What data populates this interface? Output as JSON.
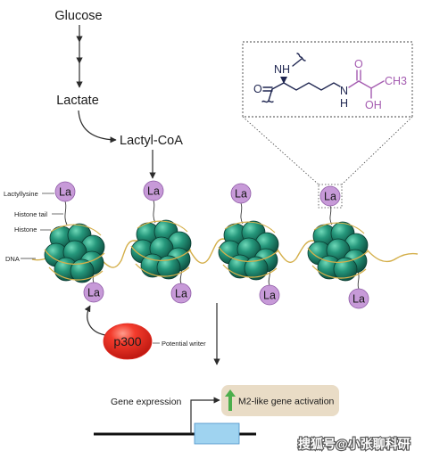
{
  "pathway": {
    "glucose": "Glucose",
    "lactate": "Lactate",
    "lactyl_coa": "Lactyl-CoA"
  },
  "structure": {
    "amine": "NH",
    "carbonyl_oxygen": "O",
    "amide_nitrogen": "N",
    "amide_hydrogen": "H",
    "lactyl_oxygen": "O",
    "hydroxyl": "OH",
    "methyl": "CH3"
  },
  "labels": {
    "lactyllysine": "Lactyllysine",
    "histone_tail": "Histone tail",
    "histone": "Histone",
    "dna": "DNA"
  },
  "nucleosomes": [
    {
      "top_mark": "La",
      "bottom_mark": "La"
    },
    {
      "top_mark": "La",
      "bottom_mark": "La"
    },
    {
      "top_mark": "La",
      "bottom_mark": "La"
    },
    {
      "top_mark": "La",
      "bottom_mark": "La"
    }
  ],
  "writer": {
    "name": "p300",
    "role": "Potential writer"
  },
  "gene": {
    "label": "Gene expression",
    "outcome": "M2-like gene activation",
    "outcome_icon": "up-arrow-icon"
  },
  "watermark": "搜狐号@小张聊科研",
  "colors": {
    "lactyl": "#a45bb0",
    "lactyl_mark_fill": "#c79ad8",
    "backbone": "#1e2550",
    "histone": "#1f7f68",
    "dna": "#d4af4a",
    "writer": "#e0261d",
    "gene": "#9fd3f0",
    "outcome_box": "#e9dcc6",
    "outcome_arrow": "#4cae4c"
  }
}
